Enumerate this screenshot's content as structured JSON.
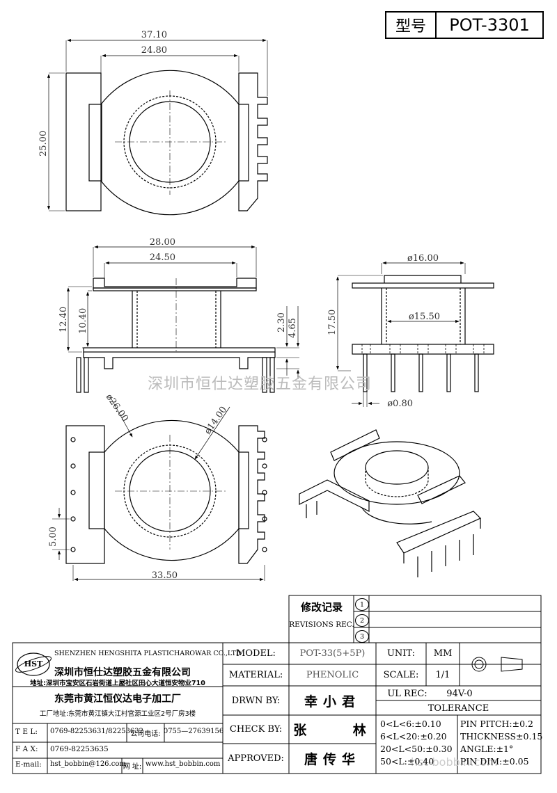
{
  "header": {
    "model_label": "型号",
    "model_value": "POT-3301"
  },
  "watermark": "深圳市恒仕达塑胶五金有限公司",
  "watermark2": "hst-bobbin.com",
  "dimensions": {
    "A": "37.10",
    "B": "24.80",
    "C": "25.00",
    "D": "28.00",
    "E": "24.50",
    "F": "12.40",
    "G": "10.40",
    "H": "2.30",
    "I": "4.65",
    "N": "ø16.00",
    "O": "17.50",
    "P": "ø15.50",
    "Q": "ø0.80",
    "J": "ø26.00",
    "K": "ø14.00",
    "L": "5.00",
    "M": "33.50"
  },
  "revisions": {
    "title_cn": "修改记录",
    "title_en": "REVISIONS REC.",
    "items": [
      "1",
      "2",
      "3"
    ]
  },
  "company": {
    "logo": "HST",
    "name_en": "SHENZHEN HENGSHITA PLASTICHAROWAR CO.,LTD",
    "name_cn": "深圳市恒仕达塑胶五金有限公司",
    "address": "地址:深圳市宝安区石岩街道上屋社区田心大道恒安物业710",
    "factory_name": "东莞市黄江恒仪达电子加工厂",
    "factory_address": "工厂地址:东莞市黄江镇大江村宫源工业区2号厂房3楼",
    "tel_label": "T E L:",
    "tel": "0769-82253631/82253632",
    "company_phone_label": "公司电话:",
    "company_phone": "0755—27639156",
    "fax_label": "F A X:",
    "fax": "0769-82253635",
    "email_label": "E-mail:",
    "email": "hst_bobbin@126.com",
    "web_label": "网 址:",
    "web": "www.hst_bobbin.com"
  },
  "spec": {
    "model_label": "MODEL:",
    "model": "POT-33(5+5P)",
    "unit_label": "UNIT:",
    "unit": "MM",
    "material_label": "MATERIAL:",
    "material": "PHENOLIC",
    "scale_label": "SCALE:",
    "scale": "1/1",
    "ul_label": "UL REC:",
    "ul": "94V-0",
    "drwn_label": "DRWN BY:",
    "drwn": "幸小君",
    "tolerance_label": "TOLERANCE",
    "check_label": "CHECK BY:",
    "check": "张    林",
    "approved_label": "APPROVED:",
    "approved": "唐传华",
    "tol_lines": [
      "0<L<6:±0.10",
      "6<L<20:±0.20",
      "20<L<50:±0.30",
      "50<L:±0.40"
    ],
    "tol_right": [
      "PIN PITCH:±0.2",
      "THICKNESS±0.15",
      "ANGLE:±1°",
      "PIN DIM:±0.05"
    ]
  }
}
